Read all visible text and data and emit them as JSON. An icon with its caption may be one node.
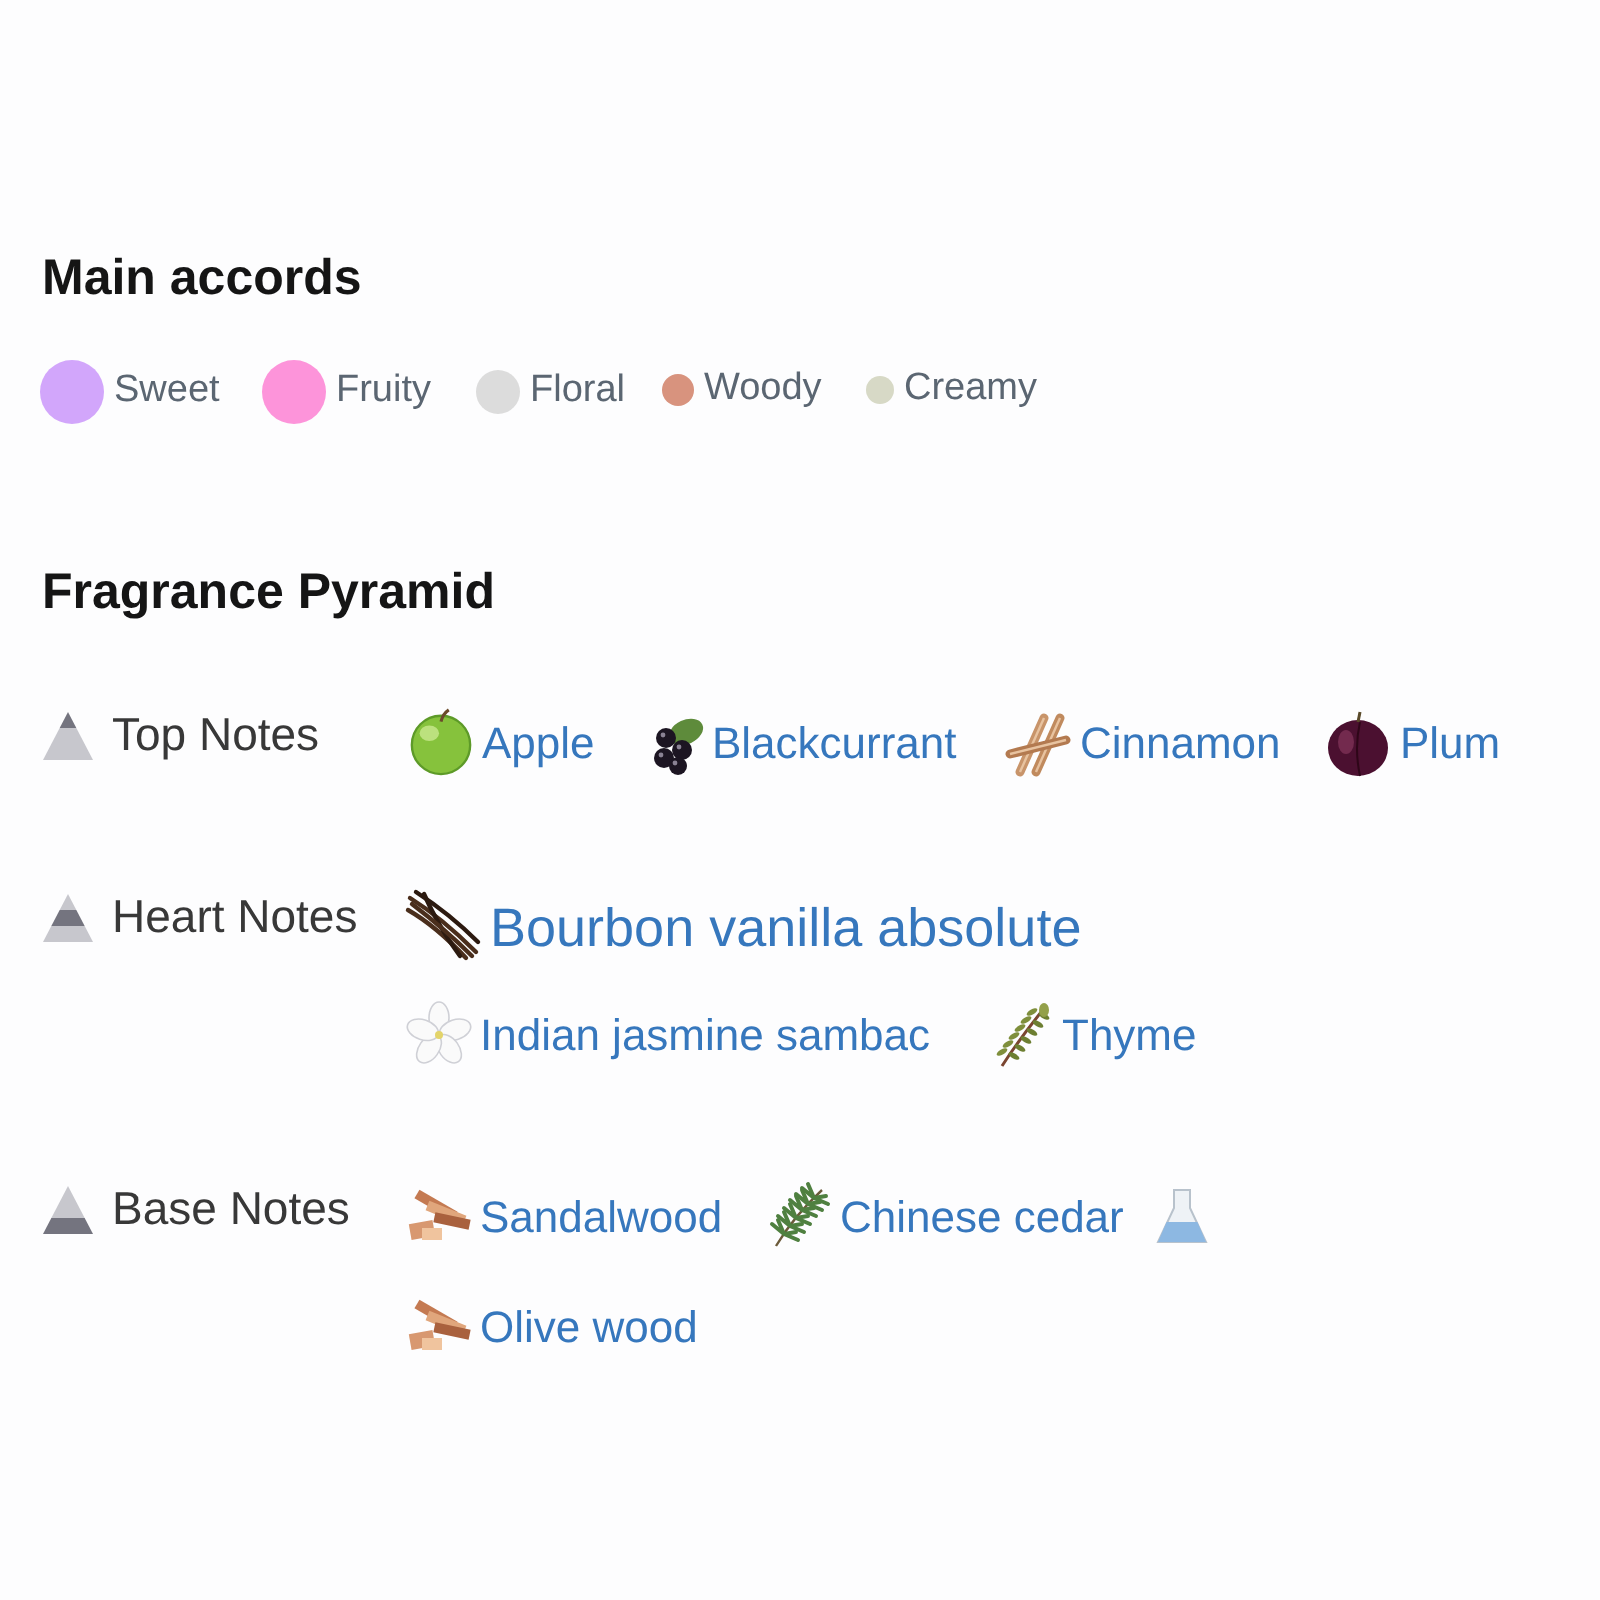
{
  "diagram": {
    "labels": [
      "Main accords",
      "Fragrance Pyramid",
      "Top Notes",
      "Apple",
      "Blackcurrant",
      "Cinnamon",
      "Plum",
      "Heart Notes",
      "Bourbon vanilla absolute",
      "Indian jasmine sambac",
      "Thyme",
      "Base Notes",
      "Sandalwood",
      "Chinese cedar",
      "Olive wood"
    ],
    "legend": [
      {
        "text": "Sweet",
        "color": "#d2a6fb"
      },
      {
        "text": "Fruity",
        "color": "#fd94da"
      },
      {
        "text": "Floral",
        "color": "#dcdcdc"
      },
      {
        "text": "Woody",
        "color": "#d8937e"
      },
      {
        "text": "Creamy",
        "color": "#d7d9c6"
      }
    ]
  }
}
